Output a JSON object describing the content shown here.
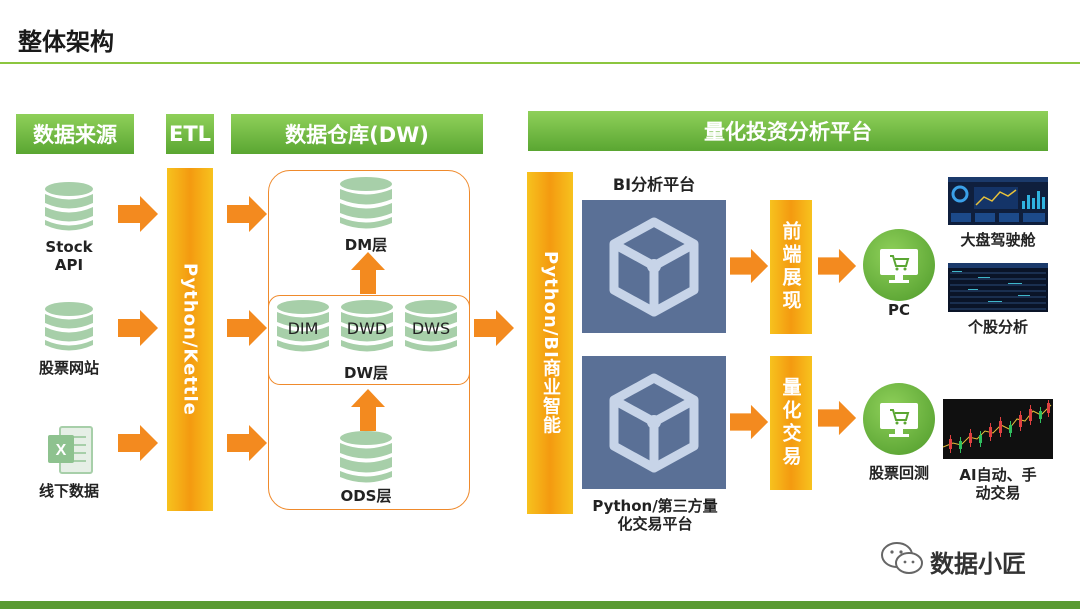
{
  "page": {
    "title": "整体架构"
  },
  "headers": {
    "sources": "数据来源",
    "etl": "ETL",
    "dw": "数据仓库(DW)",
    "platform": "量化投资分析平台"
  },
  "sources": [
    {
      "label": "Stock\nAPI",
      "icon": "database-icon"
    },
    {
      "label": "股票网站",
      "icon": "database-icon"
    },
    {
      "label": "线下数据",
      "icon": "excel-icon"
    }
  ],
  "etl_bar": "Python/Kettle",
  "dw": {
    "dm": "DM层",
    "dw_layer": "DW层",
    "ods": "ODS层",
    "dw_tables": [
      "DIM",
      "DWD",
      "DWS"
    ]
  },
  "bi_bar": "Python/BI商业智能",
  "platforms": {
    "bi": "BI分析平台",
    "trade": "Python/第三方量\n化交易平台"
  },
  "steps": {
    "frontend": "前端展现",
    "quant": "量化交易"
  },
  "endpoints": {
    "pc": "PC",
    "backtest": "股票回测"
  },
  "outputs": {
    "dashboard": "大盘驾驶舱",
    "stock_analysis": "个股分析",
    "ai_trade": "AI自动、手\n动交易"
  },
  "watermark": "数据小匠",
  "colors": {
    "green": "#5aa632",
    "orange": "#f38a1f",
    "yellow": "#f7b517",
    "slate": "#5a7096"
  }
}
